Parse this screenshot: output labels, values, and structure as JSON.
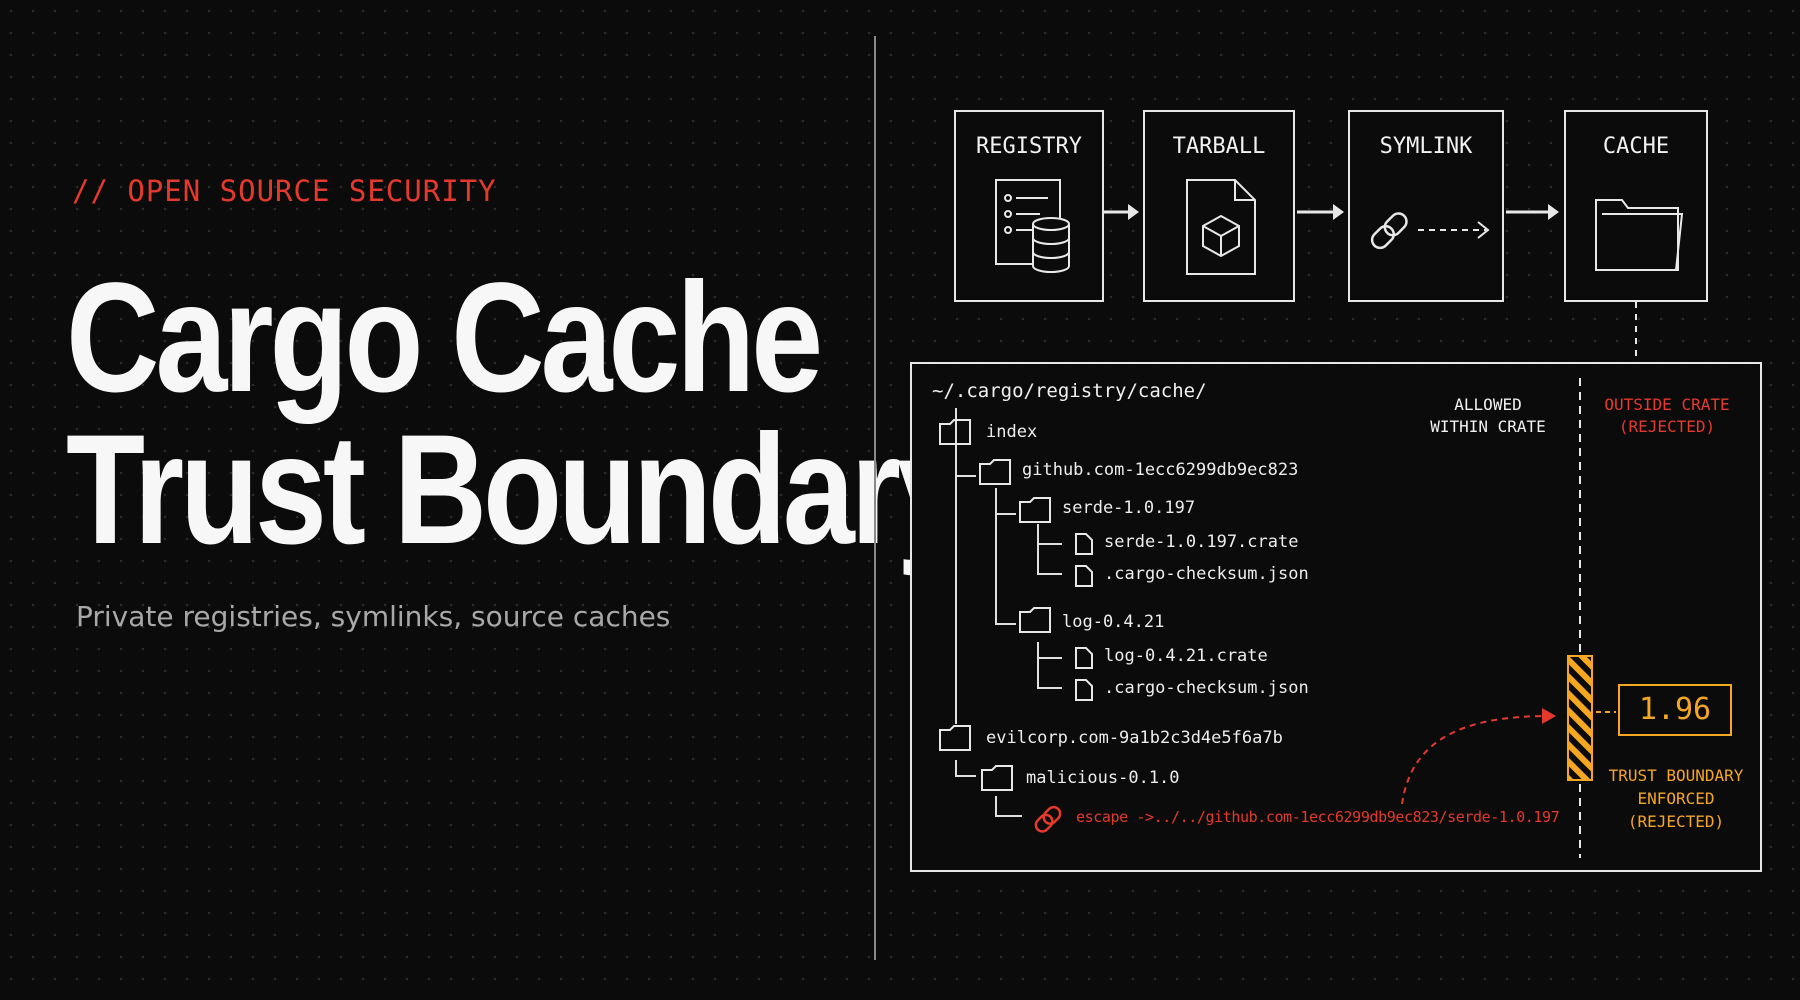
{
  "header": {
    "kicker": "// OPEN SOURCE SECURITY",
    "title_line1": "Cargo Cache",
    "title_line2": "Trust Boundary",
    "subtitle": "Private registries, symlinks, source caches"
  },
  "pipeline": {
    "steps": [
      {
        "label": "REGISTRY",
        "icon": "registry-database-icon"
      },
      {
        "label": "TARBALL",
        "icon": "package-file-icon"
      },
      {
        "label": "SYMLINK",
        "icon": "link-icon"
      },
      {
        "label": "CACHE",
        "icon": "folder-icon"
      }
    ]
  },
  "tree": {
    "root_path": "~/.cargo/registry/cache/",
    "index": "index",
    "github_dir": "github.com-1ecc6299db9ec823",
    "serde_dir": "serde-1.0.197",
    "serde_crate": "serde-1.0.197.crate",
    "serde_checksum": ".cargo-checksum.json",
    "log_dir": "log-0.4.21",
    "log_crate": "log-0.4.21.crate",
    "log_checksum": ".cargo-checksum.json",
    "evil_dir": "evilcorp.com-9a1b2c3d4e5f6a7b",
    "malicious_dir": "malicious-0.1.0",
    "escape_link": "escape ->../../github.com-1ecc6299db9ec823/serde-1.0.197"
  },
  "columns": {
    "allowed_line1": "ALLOWED",
    "allowed_line2": "WITHIN CRATE",
    "outside_line1": "OUTSIDE CRATE",
    "outside_line2": "(REJECTED)"
  },
  "boundary": {
    "value": "1.96",
    "label_line1": "TRUST BOUNDARY",
    "label_line2": "ENFORCED",
    "label_line3": "(REJECTED)"
  },
  "colors": {
    "accent_red": "#e5392c",
    "accent_orange": "#f5a623",
    "line": "#e8e8e8",
    "background": "#0b0b0c"
  }
}
